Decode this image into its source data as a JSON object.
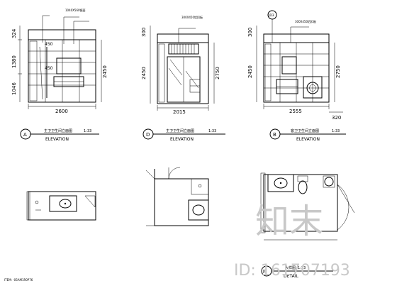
{
  "elevations": [
    {
      "id": "A",
      "title_cn": "主卫卫生间立面图",
      "scale": "1:33",
      "sub": "ELEVATION",
      "width_dim": "2600",
      "left_dims": [
        "324",
        "1380",
        "1046"
      ],
      "total_dim": "2450",
      "notes": [
        "1040X560镜面",
        "450",
        "450"
      ]
    },
    {
      "id": "D",
      "title_cn": "主卫卫生间立面图",
      "scale": "1:33",
      "sub": "ELEVATION",
      "width_dim": "2015",
      "left_dims": [
        "300",
        "2450"
      ],
      "total_dim": "2750",
      "notes": [
        "300X450铝扣板"
      ]
    },
    {
      "id": "B",
      "title_cn": "客卫卫生间立面图",
      "scale": "1:33",
      "sub": "ELEVATION",
      "width_dim": "2555",
      "left_dims": [
        "300",
        "2450"
      ],
      "total_dim": "2750",
      "bottom_dim": "320",
      "notes": [
        "300X450铝扣板"
      ],
      "marker": "JD3"
    }
  ],
  "detail": {
    "marker": "JD",
    "label_cn": "大样图",
    "scale": "1:33",
    "sub": "DETAIL"
  },
  "footer_text": "ITEM: -05AM1R0P76",
  "watermark": {
    "brand": "知末",
    "id_text": "ID: 161707193"
  }
}
